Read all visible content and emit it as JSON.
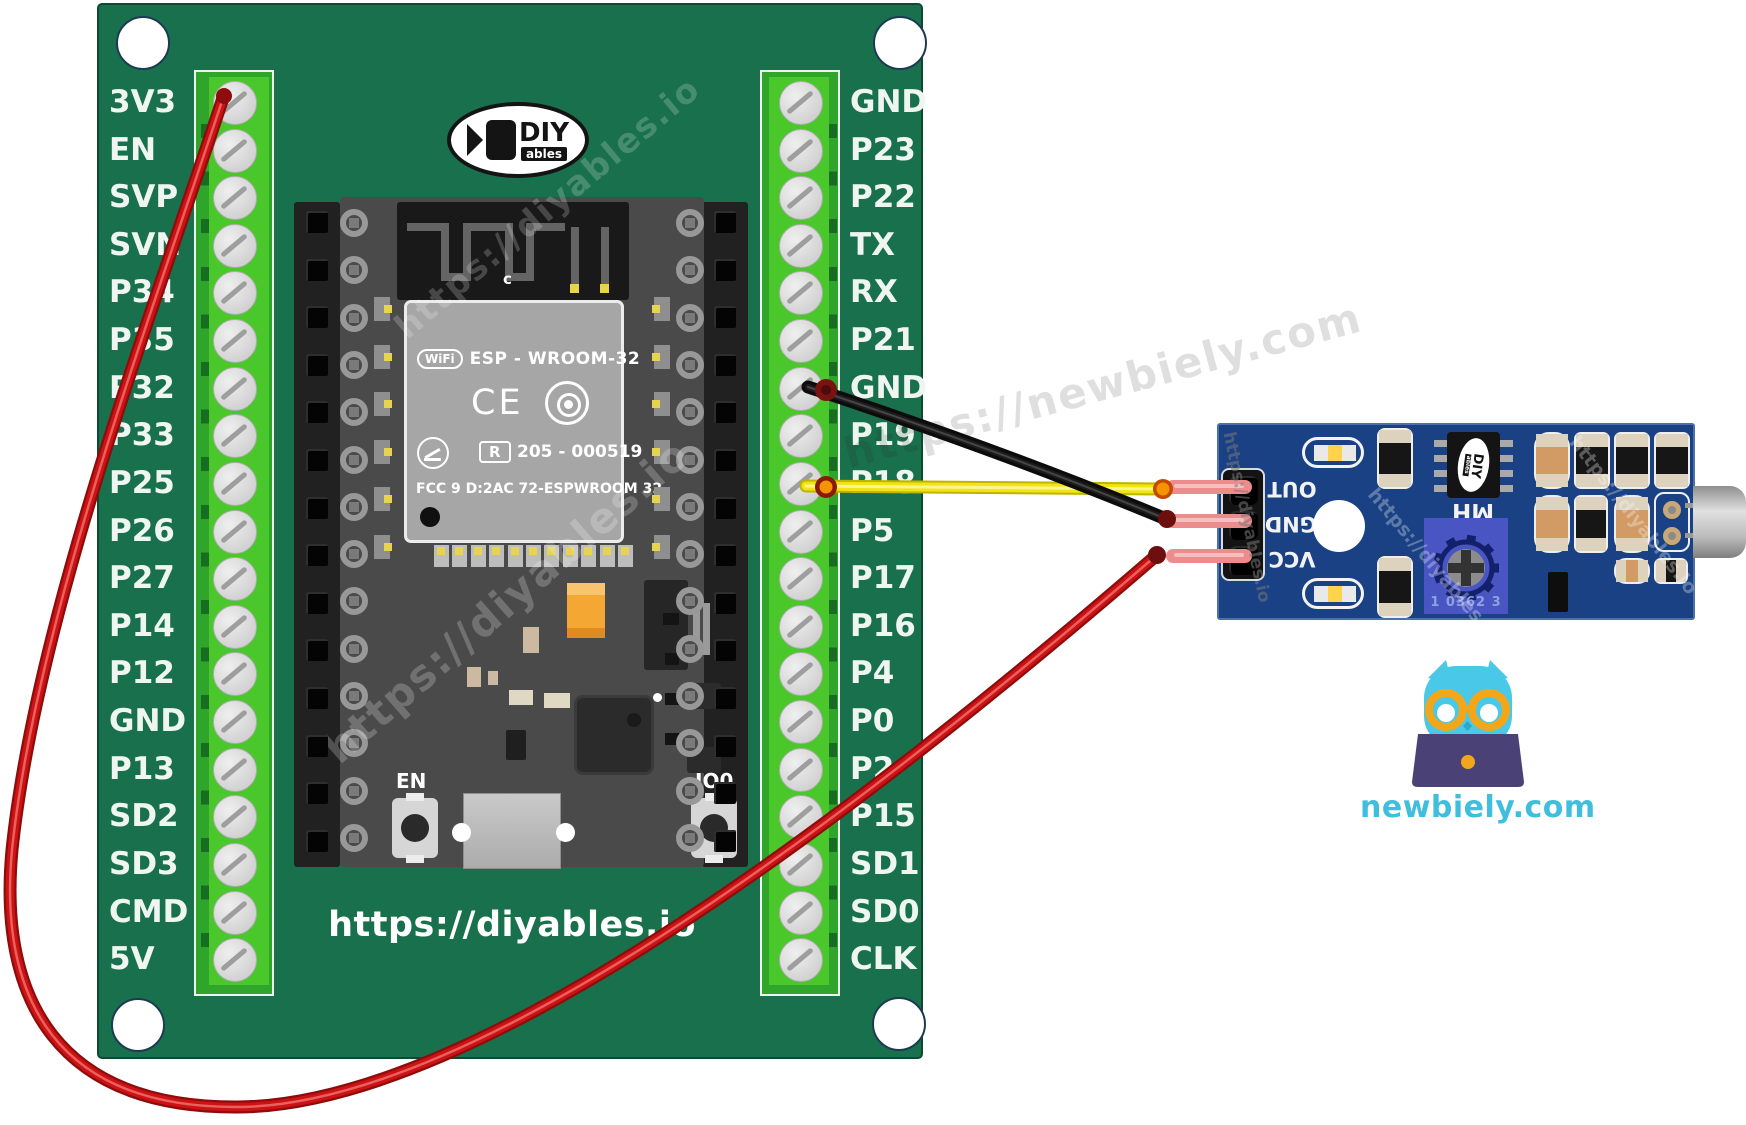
{
  "watermarks": {
    "diyables": "https://diyables.io",
    "newbiely": "https://newbiely.com"
  },
  "board": {
    "url": "https://diyables.io",
    "logo": {
      "top": "DIY",
      "bottom": "ables"
    },
    "left_pins": [
      "3V3",
      "EN",
      "SVP",
      "SVN",
      "P34",
      "P35",
      "P32",
      "P33",
      "P25",
      "P26",
      "P27",
      "P14",
      "P12",
      "GND",
      "P13",
      "SD2",
      "SD3",
      "CMD",
      "5V"
    ],
    "right_pins": [
      "GND",
      "P23",
      "P22",
      "TX",
      "RX",
      "P21",
      "GND",
      "P19",
      "P18",
      "P5",
      "P17",
      "P16",
      "P4",
      "P0",
      "P2",
      "P15",
      "SD1",
      "SD0",
      "CLK"
    ],
    "esp": {
      "antenna_label": "c",
      "wifi": "WiFi",
      "name": "ESP - WROOM-32",
      "ce": "CE",
      "reg_r": "R",
      "reg_num": "205 - 000519",
      "fcc": "FCC 9 D:2AC 72-ESPWROOM 32",
      "btn_left": "EN",
      "btn_right": "IO0"
    }
  },
  "sensor": {
    "pin_labels": [
      "OUT",
      "GND",
      "VCC"
    ],
    "chip": "MH",
    "chip_logo_top": "DIY",
    "chip_logo_bottom": "ables",
    "pot_code": "1 0362 3"
  },
  "wires": [
    {
      "name": "power",
      "color": "#CC1212",
      "from": "3V3",
      "to": "VCC"
    },
    {
      "name": "ground",
      "color": "#1C1C1C",
      "from": "GND",
      "to": "GND"
    },
    {
      "name": "signal",
      "color": "#F2E414",
      "from": "P18",
      "to": "OUT"
    }
  ],
  "branding": {
    "site": "newbiely.com"
  },
  "colors": {
    "board_green": "#19704C",
    "strip_green": "#2FA62B",
    "strip_bright": "#49C72B",
    "module_blue": "#1A4184",
    "pot_blue": "#4A55C4",
    "owl_teal": "#49C8E8",
    "laptop_purple": "#4A4277",
    "glasses_orange": "#F2A71B",
    "site_text": "#3FBEDE"
  }
}
